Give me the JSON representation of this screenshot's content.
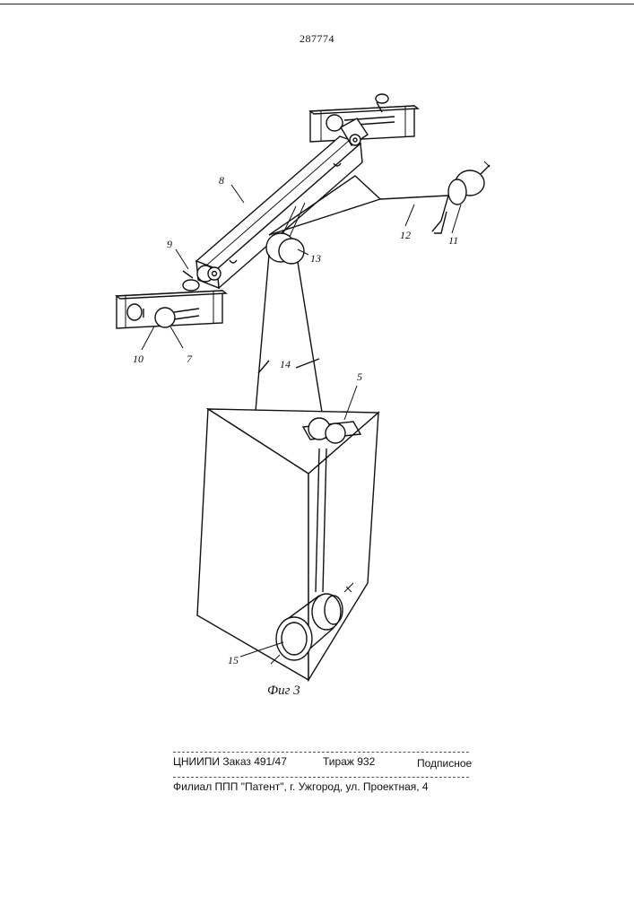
{
  "header": {
    "patent_number": "287774"
  },
  "figure": {
    "caption": "Фиг 3",
    "labels": {
      "l5": "5",
      "l7": "7",
      "l8": "8",
      "l9": "9",
      "l10": "10",
      "l11": "11",
      "l12": "12",
      "l13": "13",
      "l14": "14",
      "l15": "15"
    }
  },
  "imprint": {
    "org_order": "ЦНИИПИ Заказ 491/47",
    "circulation": "Тираж 932",
    "subscription": "Подписное",
    "branch": "Филиал ППП \"Патент\", г. Ужгород, ул. Проектная, 4"
  }
}
